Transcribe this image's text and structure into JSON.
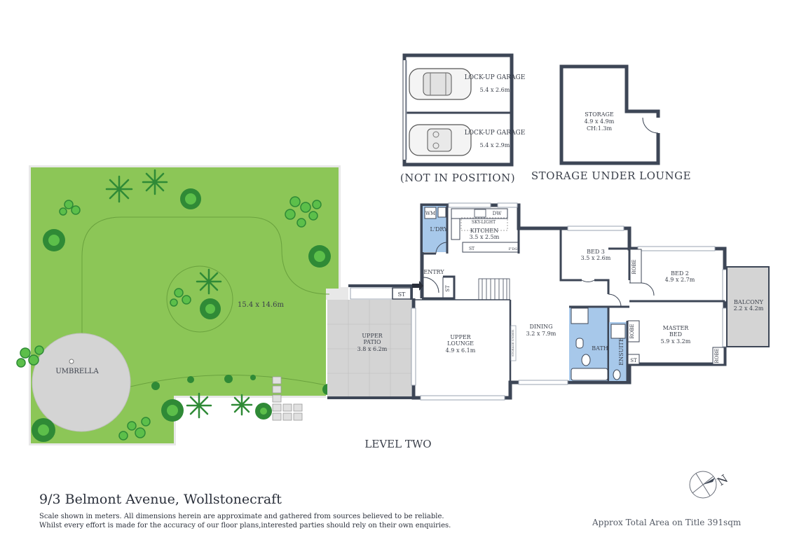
{
  "rooms": {
    "garage1": {
      "name": "LOCK-UP GARAGE",
      "dims": "5.4 x 2.6m"
    },
    "garage2": {
      "name": "LOCK-UP GARAGE",
      "dims": "5.4 x 2.9m"
    },
    "storage": {
      "name": "STORAGE",
      "dims": "4.9 x 4.9m",
      "ceiling": "CH:1.3m"
    },
    "yard": {
      "dims": "15.4 x 14.6m"
    },
    "umbrella": {
      "name": "UMBRELLA"
    },
    "st_patio": {
      "name": "ST"
    },
    "upper_patio": {
      "name": "UPPER PATIO",
      "dims": "3.8 x 6.2m"
    },
    "upper_lounge": {
      "name": "UPPER LOUNGE",
      "dims": "4.9 x 6.1m"
    },
    "entry": {
      "name": "ENTRY"
    },
    "st_entry": {
      "name": "ST"
    },
    "wm": {
      "name": "WM"
    },
    "laundry": {
      "name": "L'DRY"
    },
    "kitchen": {
      "name": "KITCHEN",
      "dims": "3.5 x 2.5m",
      "skylight": "SKY-LIGHT",
      "dw": "DW",
      "fridge": "F'DG",
      "st": "ST"
    },
    "dining": {
      "name": "DINING",
      "dims": "3.2 x 7.9m",
      "under_stair": "STORAGE UNDER"
    },
    "bed3": {
      "name": "BED 3",
      "dims": "3.5 x 2.6m"
    },
    "bed2": {
      "name": "BED 2",
      "dims": "4.9 x 2.7m"
    },
    "robe_bed2": {
      "name": "ROBE"
    },
    "master": {
      "name": "MASTER BED",
      "line1": "MASTER",
      "line2": "BED",
      "dims": "5.9 x 3.2m"
    },
    "robe_master1": {
      "name": "ROBE"
    },
    "robe_master2": {
      "name": "ROBE"
    },
    "bath": {
      "name": "BATH"
    },
    "ensuite": {
      "name": "ENSUITE"
    },
    "st_master": {
      "name": "ST"
    },
    "balcony": {
      "name": "BALCONY",
      "dims": "2.2 x 4.2m"
    }
  },
  "captions": {
    "not_in_position": "(NOT IN POSITION)",
    "storage_under_lounge": "STORAGE UNDER LOUNGE",
    "level": "LEVEL TWO"
  },
  "footer": {
    "address": "9/3 Belmont Avenue, Wollstonecraft",
    "disclaimer_line1": "Scale shown in meters. All dimensions herein are approximate and gathered from sources believed to be  reliable.",
    "disclaimer_line2": "Whilst every effort is made for the accuracy of our floor plans,interested parties should rely on their own enquiries.",
    "total_area": "Approx Total Area on Title 391sqm"
  },
  "compass": {
    "label": "N"
  },
  "colors": {
    "lawn": "#8cc657",
    "lawn_edge": "#7bb34a",
    "paving": "#d4d4d4",
    "wet_area": "#a7c8ea",
    "walls": "#3d4656",
    "tree_dark": "#2f8a36",
    "tree_light": "#5cbf4a"
  }
}
